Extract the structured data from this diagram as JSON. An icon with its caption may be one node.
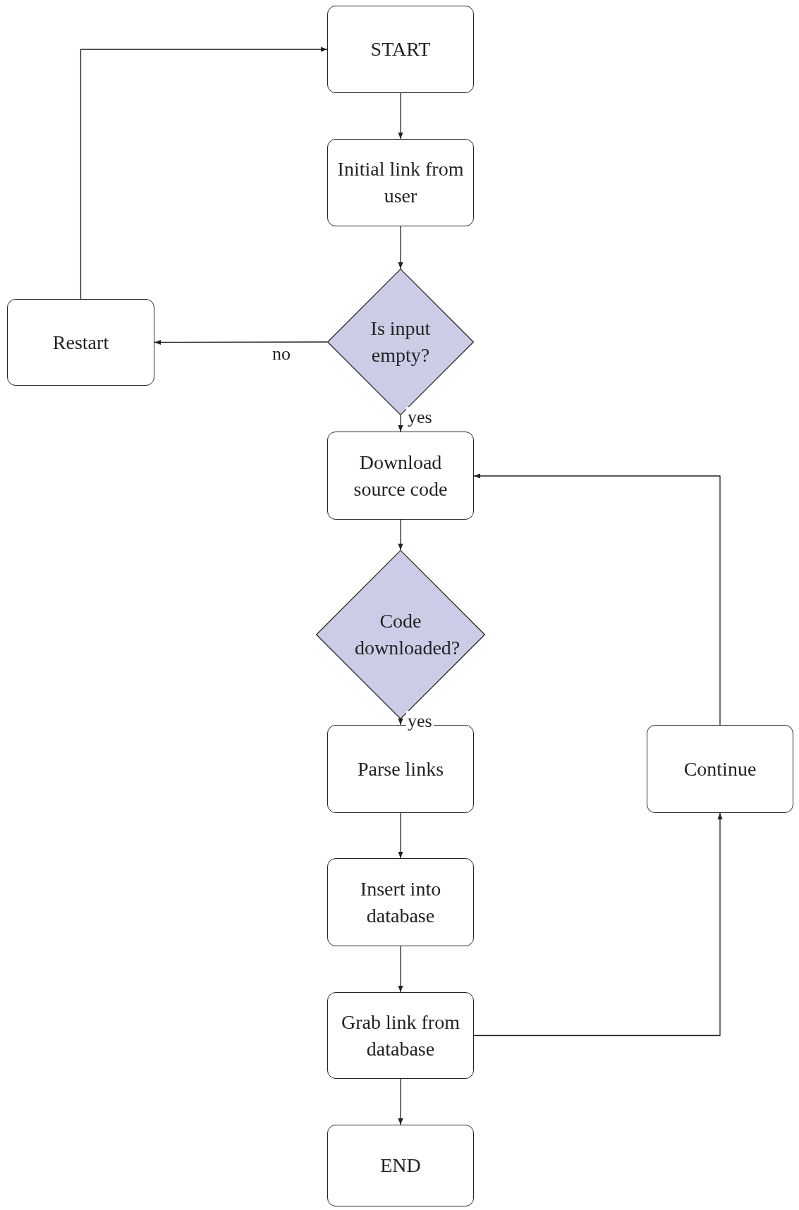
{
  "diagram": {
    "nodes": [
      {
        "text": [
          "START"
        ]
      },
      {
        "text": [
          "Initial link from user"
        ]
      },
      {
        "text": [
          "Is input empty?"
        ]
      },
      {
        "text": [
          "Restart"
        ]
      },
      {
        "text": [
          "Download source code"
        ]
      },
      {
        "text": [
          "Code downloaded?"
        ]
      },
      {
        "text": [
          "Parse links"
        ]
      },
      {
        "text": [
          "Continue"
        ]
      },
      {
        "text": [
          "Insert into database"
        ]
      },
      {
        "text": [
          "Grab link from database"
        ]
      },
      {
        "text": [
          "END"
        ]
      }
    ],
    "edges": [
      {
        "from": 0,
        "to": 1,
        "arrow": "to"
      },
      {
        "from": 1,
        "to": 2,
        "arrow": "to"
      },
      {
        "from": 2,
        "to": 3,
        "arrow": "to",
        "label": "no"
      },
      {
        "from": 2,
        "to": 4,
        "arrow": "to",
        "label": "yes"
      },
      {
        "from": 4,
        "to": 5,
        "arrow": "to"
      },
      {
        "from": 5,
        "to": 6,
        "arrow": "to",
        "label": "yes"
      },
      {
        "from": 6,
        "to": 8,
        "arrow": "to"
      },
      {
        "from": 8,
        "to": 9,
        "arrow": "to"
      },
      {
        "from": 9,
        "to": 10,
        "arrow": "to"
      },
      {
        "from": 9,
        "to": 7,
        "arrow": "to"
      },
      {
        "from": 7,
        "to": 4,
        "arrow": "to"
      },
      {
        "from": 3,
        "to": 0,
        "arrow": "to"
      }
    ]
  }
}
